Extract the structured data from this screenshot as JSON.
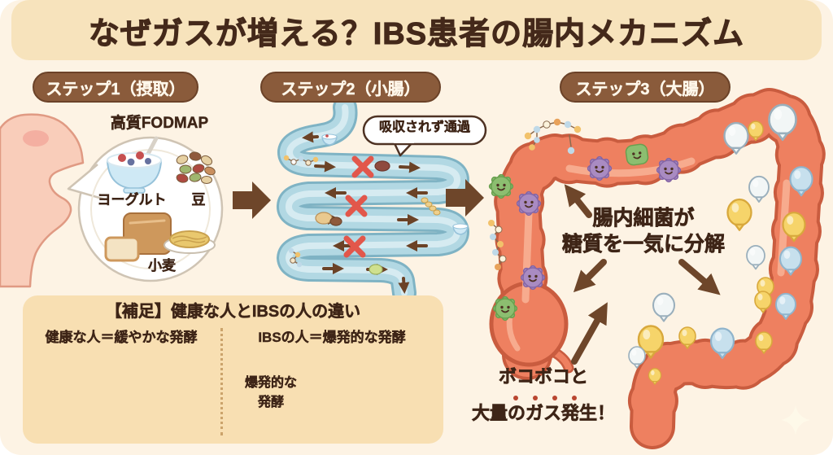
{
  "title": "なぜガスが増える？IBS患者の腸内メカニズム",
  "steps": {
    "step1_label": "ステップ1（摂取）",
    "step2_label": "ステップ2（小腸）",
    "step3_label": "ステップ3（大腸）"
  },
  "step1": {
    "food_group": "高質FODMAP",
    "yogurt": "ヨーグルト",
    "beans": "豆",
    "wheat": "小麦"
  },
  "step2": {
    "bubble": "吸収されず通過"
  },
  "step3": {
    "caption1": "腸内細菌が",
    "caption2": "糖質を一気に分解",
    "gas1": "ボコボコと",
    "gas2": "大量のガス発生！"
  },
  "supplement": {
    "title": "【補足】健康な人とIBSの人の違い",
    "healthy": "健康な人＝緩やかな発酵",
    "ibs": "IBSの人＝爆発的な発酵",
    "ibs_note1": "爆発的な",
    "ibs_note2": "発酵"
  },
  "colors": {
    "card_bg": "#FDF3E4",
    "banner_bg": "#F7E3BC",
    "badge_bg": "#8A5B3B",
    "title_text": "#44291A",
    "body_text": "#3E2517",
    "arrow_brown": "#6E462A",
    "small_intestine_blue": "#B2D8E3",
    "large_intestine_coral": "#EE8060",
    "x_mark_red": "#E2574B",
    "balloon_yellow": "#F6D46A",
    "balloon_blue": "#C7E0ED",
    "supplement_bg": "#F8DFB2"
  }
}
